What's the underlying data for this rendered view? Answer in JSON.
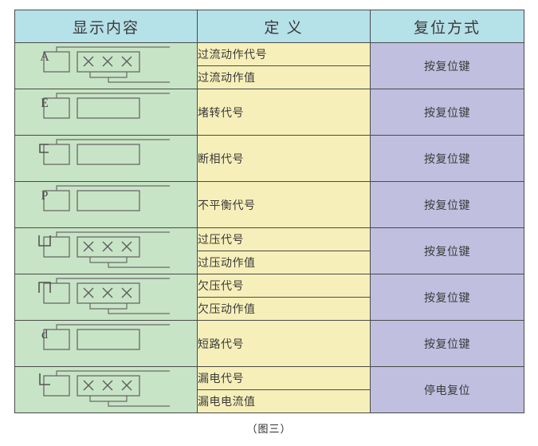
{
  "table": {
    "headers": [
      {
        "key": "display",
        "label": "显示内容"
      },
      {
        "key": "definition",
        "label": "定 义"
      },
      {
        "key": "reset",
        "label": "复位方式"
      }
    ],
    "rows": [
      {
        "code": "A",
        "icon": "display-code-with-value-icon",
        "has_value_digits": true,
        "digits": "× × ×",
        "definitions": [
          "过流动作代号",
          "过流动作值"
        ],
        "reset": "按复位键"
      },
      {
        "code": "E",
        "icon": "display-code-only-icon",
        "has_value_digits": false,
        "digits": "",
        "definitions": [
          "堵转代号"
        ],
        "reset": "按复位键"
      },
      {
        "code": "C",
        "icon": "display-code-only-icon",
        "has_value_digits": false,
        "digits": "",
        "definitions": [
          "断相代号"
        ],
        "reset": "按复位键"
      },
      {
        "code": "P",
        "icon": "display-code-only-icon",
        "has_value_digits": false,
        "digits": "",
        "definitions": [
          "不平衡代号"
        ],
        "reset": "按复位键"
      },
      {
        "code": "U",
        "icon": "display-code-with-value-icon",
        "has_value_digits": true,
        "digits": "× × ×",
        "definitions": [
          "过压代号",
          "过压动作值"
        ],
        "reset": "按复位键"
      },
      {
        "code": "n",
        "icon": "display-code-with-value-icon",
        "has_value_digits": true,
        "digits": "× × ×",
        "definitions": [
          "欠压代号",
          "欠压动作值"
        ],
        "reset": "按复位键"
      },
      {
        "code": "d",
        "icon": "display-code-only-icon",
        "has_value_digits": false,
        "digits": "",
        "definitions": [
          "短路代号"
        ],
        "reset": "按复位键"
      },
      {
        "code": "L",
        "icon": "display-code-with-value-icon",
        "has_value_digits": true,
        "digits": "× × ×",
        "definitions": [
          "漏电代号",
          "漏电电流值"
        ],
        "reset": "停电复位"
      }
    ]
  },
  "caption": "（图三）",
  "colors": {
    "header_bg": "#b5e1e8",
    "display_bg": "#c8e4c6",
    "definition_bg": "#f6efb9",
    "reset_bg": "#c0bfdf",
    "border": "#4a4a4a",
    "text": "#3a3a3a"
  }
}
